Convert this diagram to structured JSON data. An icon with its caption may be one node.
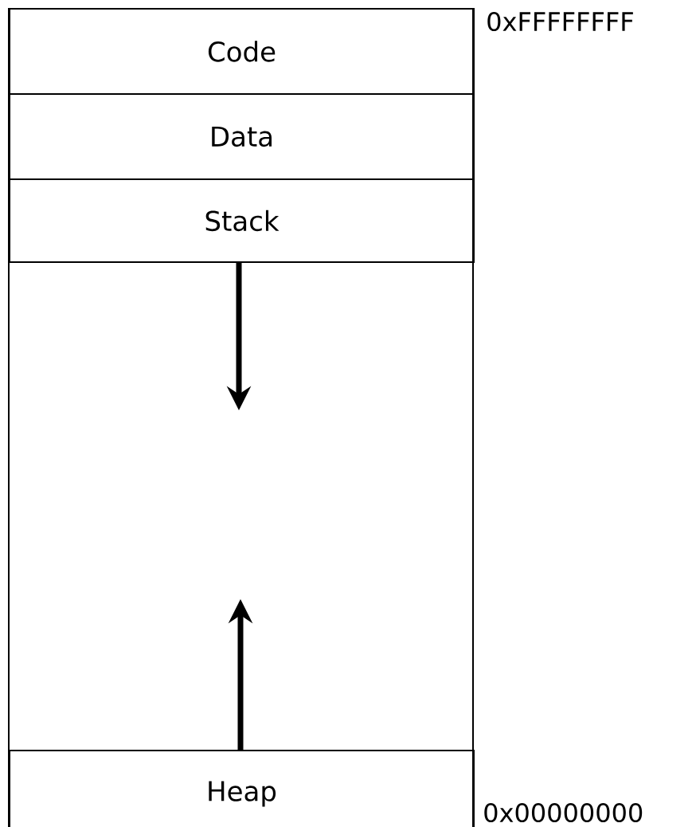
{
  "diagram": {
    "nodes": [
      {
        "text": [
          "Code"
        ]
      },
      {
        "text": [
          "Data"
        ]
      },
      {
        "text": [
          "Stack"
        ]
      },
      {
        "text": [
          "Heap"
        ]
      }
    ],
    "edges": [
      {
        "from": 2,
        "to": null,
        "arrow": "to"
      },
      {
        "from": 3,
        "to": null,
        "arrow": "to"
      }
    ],
    "labels": [
      "0xFFFFFFFF",
      "0x00000000"
    ]
  }
}
